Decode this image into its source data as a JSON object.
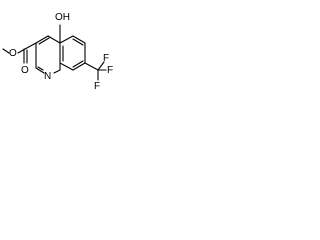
{
  "molecule": {
    "atom_labels": {
      "hydroxyl": "OH",
      "ring_nitrogen": "N",
      "ester_oxygen": "O",
      "carbonyl_oxygen": "O",
      "fluorine_1": "F",
      "fluorine_2": "F",
      "fluorine_3": "F"
    }
  }
}
